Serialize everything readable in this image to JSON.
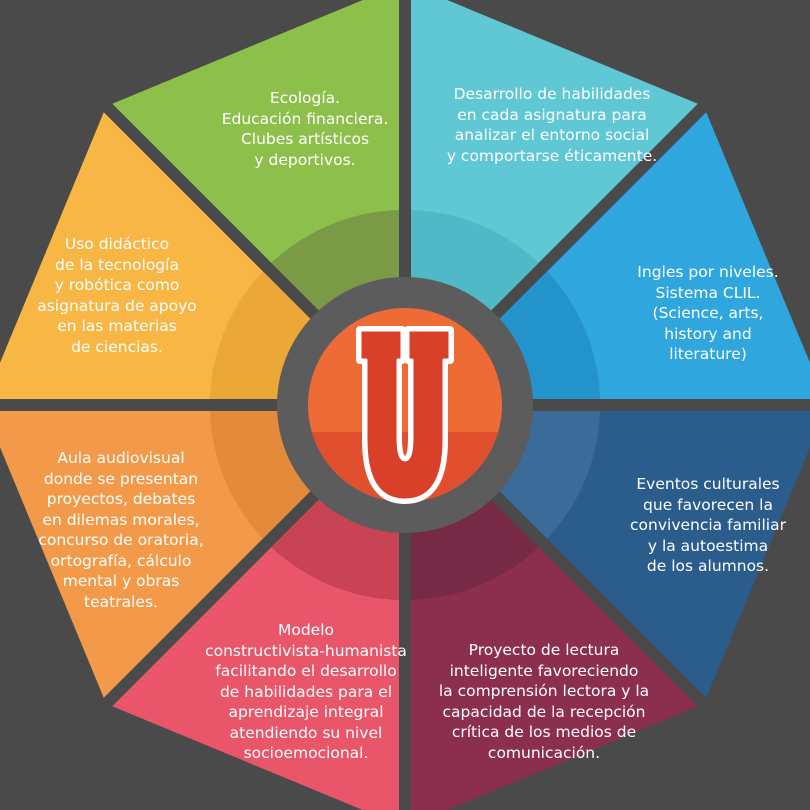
{
  "center": {
    "logo_letter": "U"
  },
  "segments": [
    {
      "id": "ecologia",
      "color": "#8dc04b",
      "inner_color": "#7a9a46",
      "lines": [
        "Ecología.",
        "Educación financiera.",
        "Clubes artísticos",
        "y deportivos."
      ]
    },
    {
      "id": "habilidades",
      "color": "#60c7d4",
      "inner_color": "#4fb9c8",
      "lines": [
        "Desarrollo de habilidades",
        "en cada asignatura para",
        "analizar el entorno social",
        "y comportarse éticamente."
      ]
    },
    {
      "id": "ingles",
      "color": "#2fa6de",
      "inner_color": "#2394cb",
      "lines": [
        "Ingles por niveles.",
        "Sistema CLIL.",
        "(Science, arts,",
        "history and",
        "literature)"
      ]
    },
    {
      "id": "eventos",
      "color": "#2b5d8c",
      "inner_color": "#3a6b99",
      "lines": [
        "Eventos culturales",
        "que favorecen la",
        "convivencia familiar",
        "y la autoestima",
        "de los alumnos."
      ]
    },
    {
      "id": "lectura",
      "color": "#8c2f4f",
      "inner_color": "#772a45",
      "lines": [
        "Proyecto de lectura",
        "inteligente favoreciendo",
        "la comprensión lectora y la",
        "capacidad de la recepción",
        "crítica de los medios de",
        "comunicación."
      ]
    },
    {
      "id": "modelo",
      "color": "#e9566a",
      "inner_color": "#c84353",
      "lines": [
        "Modelo",
        "constructivista-humanista",
        "facilitando el desarrollo",
        "de habilidades para el",
        "aprendizaje integral",
        "atendiendo su nivel",
        "socioemocional."
      ]
    },
    {
      "id": "aula",
      "color": "#f39a4a",
      "inner_color": "#e58a3b",
      "lines": [
        "Aula audiovisual",
        "donde se presentan",
        "proyectos, debates",
        "en dilemas morales,",
        "concurso de oratoria,",
        "ortografía, cálculo",
        "mental y obras",
        "teatrales."
      ]
    },
    {
      "id": "tecnologia",
      "color": "#f8b645",
      "inner_color": "#eba837",
      "lines": [
        "Uso didáctico",
        "de la tecnología",
        "y robótica como",
        "asignatura de apoyo",
        "en las materias",
        "de ciencias."
      ]
    }
  ],
  "colors": {
    "background": "#4a4a4a",
    "hub": "#5c5c5c",
    "center_top": "#ee6b36",
    "center_bottom": "#e04f2e"
  }
}
